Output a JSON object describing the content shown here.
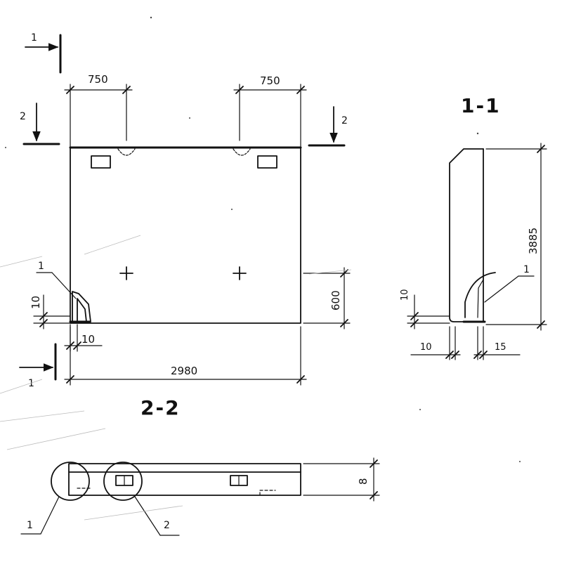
{
  "front_view": {
    "section_label": "2-2",
    "dimensions": {
      "left_offset": "750",
      "right_offset": "750",
      "total_width": "2980",
      "height": "600",
      "left_vertical": "10",
      "bottom_left": "10"
    },
    "cut_markers": {
      "cut_1_top": "1",
      "cut_1_bottom": "1",
      "cut_2_left": "2",
      "cut_2_right": "2"
    },
    "callout": "1"
  },
  "section_view": {
    "title": "1-1",
    "dimensions": {
      "height": "3885",
      "bottom_left": "10",
      "bottom_right": "15",
      "left_vertical": "10"
    },
    "callout": "1"
  },
  "plan_view": {
    "height_dim": "8",
    "callouts": [
      "1",
      "2"
    ]
  }
}
